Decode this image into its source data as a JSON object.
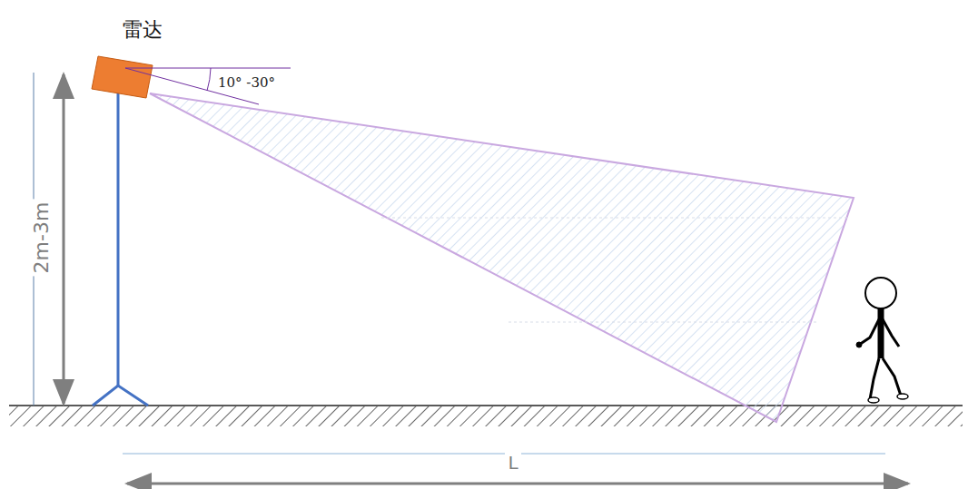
{
  "diagram": {
    "labels": [
      "雷达",
      "10° -30°",
      "2m-3m",
      "L"
    ]
  }
}
